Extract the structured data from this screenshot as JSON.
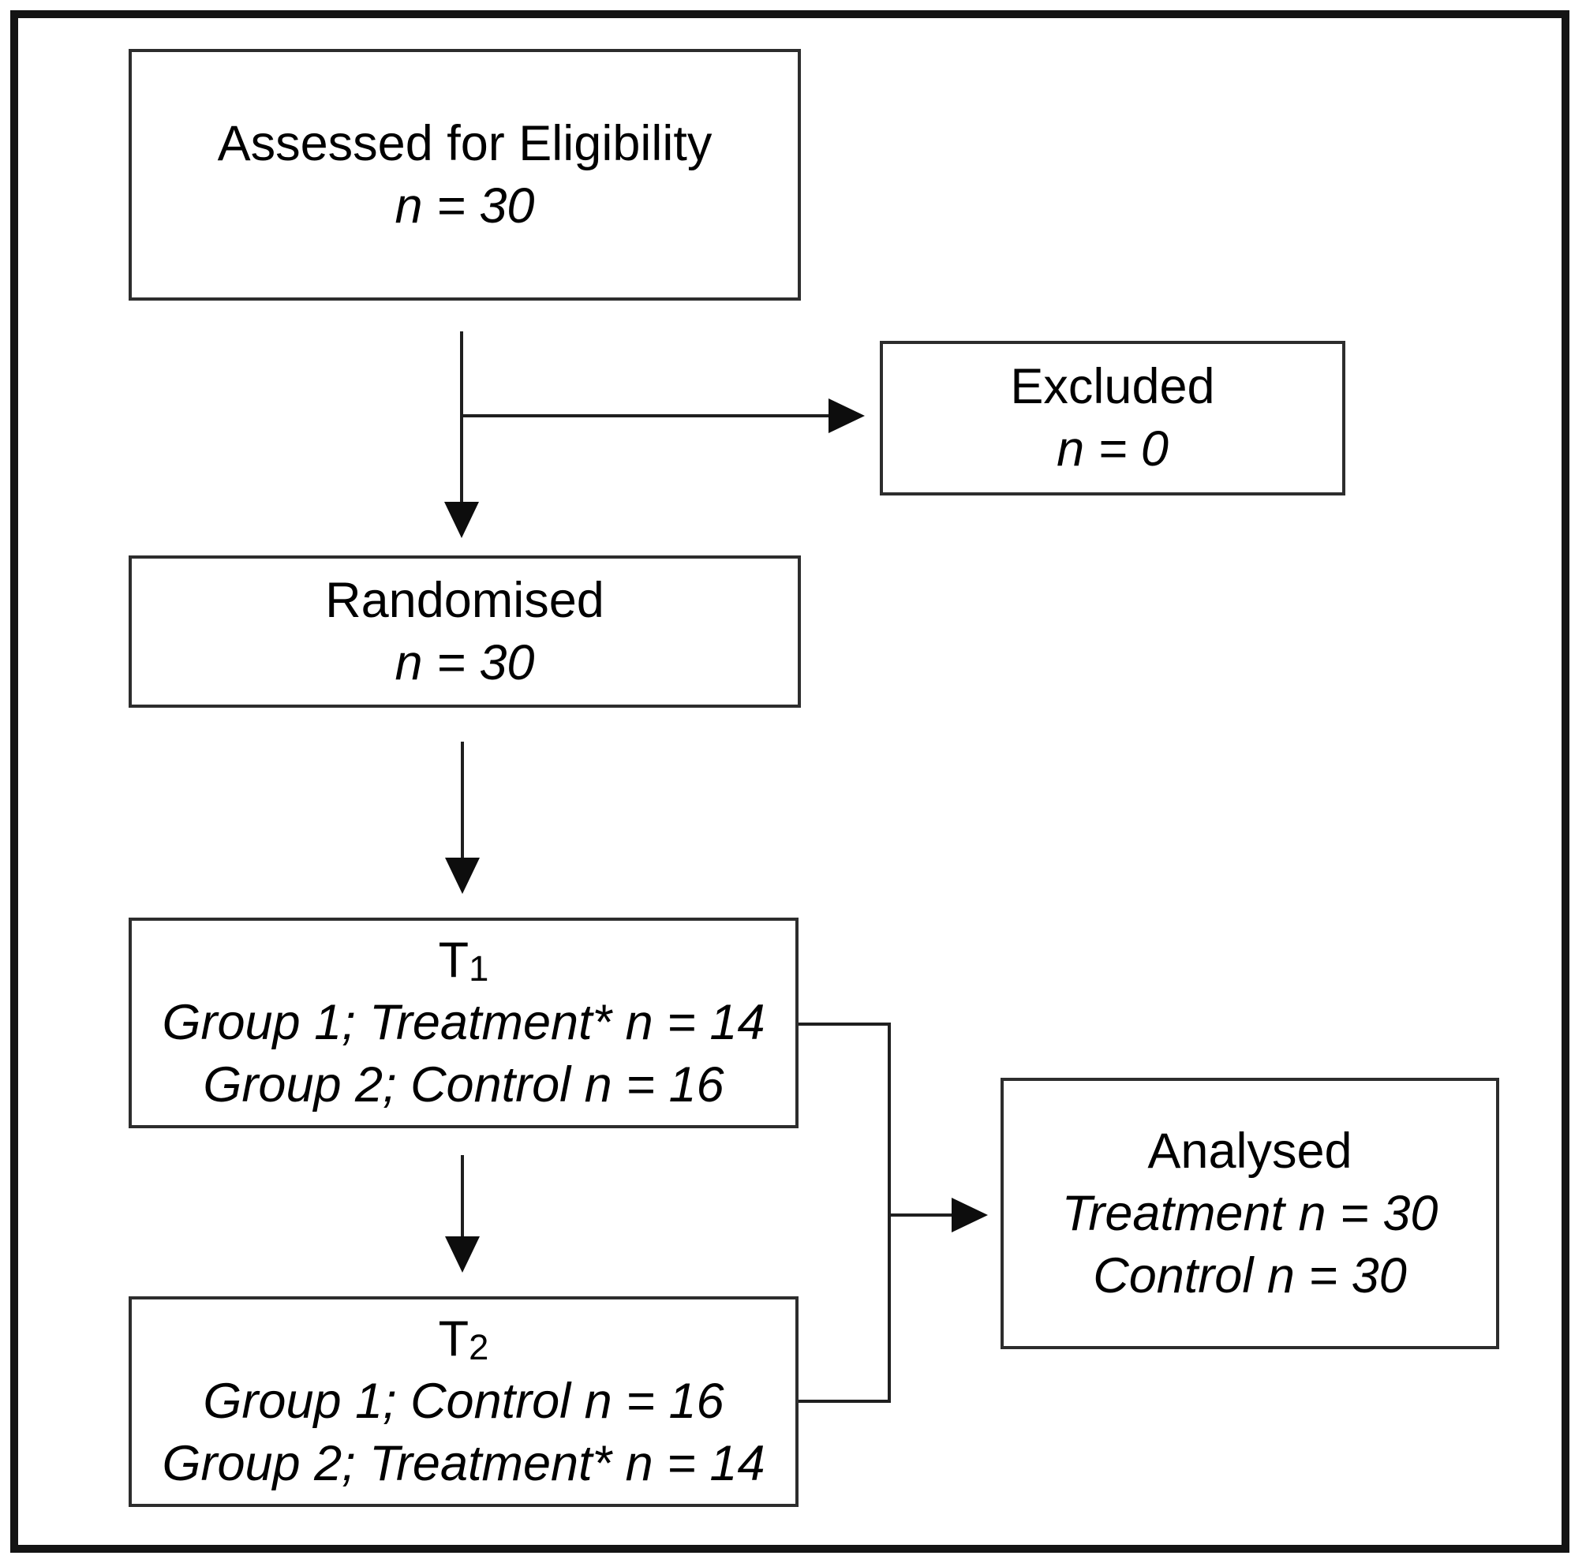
{
  "diagram": {
    "kind": "participant-flow-diagram",
    "colors": {
      "background": "#ffffff",
      "outer_frame": "#141414",
      "box_border": "#2d2d2d",
      "line": "#1f1f1f",
      "text": "#000000"
    },
    "boxes": {
      "assessed": {
        "line1": "Assessed for Eligibility",
        "line2": "n = 30"
      },
      "excluded": {
        "line1": "Excluded",
        "line2": "n = 0"
      },
      "randomised": {
        "line1": "Randomised",
        "line2": "n = 30"
      },
      "t1": {
        "title_main": "T",
        "title_sub": "1",
        "line2": "Group 1; Treatment* n = 14",
        "line3": "Group 2; Control n = 16"
      },
      "t2": {
        "title_main": "T",
        "title_sub": "2",
        "line2": "Group 1; Control n = 16",
        "line3": "Group 2; Treatment* n = 14"
      },
      "analysed": {
        "line1": "Analysed",
        "line2": "Treatment n = 30",
        "line3": "Control n = 30"
      }
    },
    "edges": [
      {
        "from": "assessed",
        "to": "randomised",
        "style": "arrow-down"
      },
      {
        "from": "assessed",
        "to": "excluded",
        "style": "arrow-right-branch"
      },
      {
        "from": "randomised",
        "to": "t1",
        "style": "arrow-down"
      },
      {
        "from": "t1",
        "to": "t2",
        "style": "arrow-down"
      },
      {
        "from": "t1",
        "to": "analysed",
        "style": "joined-elbow-arrow"
      },
      {
        "from": "t2",
        "to": "analysed",
        "style": "joined-elbow-arrow"
      }
    ]
  }
}
